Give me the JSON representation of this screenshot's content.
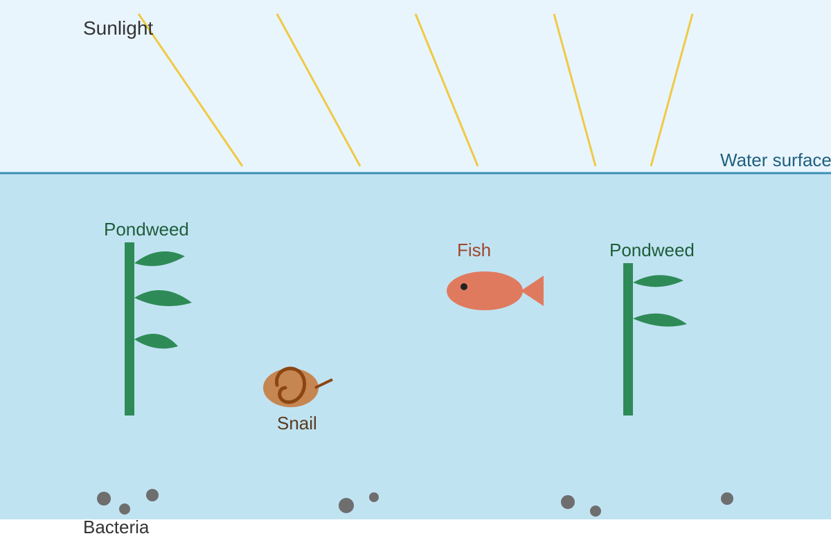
{
  "labels": {
    "sunlight": "Sunlight",
    "water_surface": "Water surface",
    "pondweed_left": "Pondweed",
    "pondweed_right": "Pondweed",
    "fish": "Fish",
    "snail": "Snail",
    "bacteria": "Bacteria"
  },
  "colors": {
    "sky": "#e8f5fc",
    "water": "#c0e3f2",
    "surface_line": "#3a8fb3",
    "sunray": "#f0c945",
    "pondweed": "#2e8b57",
    "fish": "#e07a5f",
    "fish_eye": "#222222",
    "snail_body": "#c68651",
    "snail_shell": "#8b4513",
    "bacteria": "#6e6e6e",
    "text_dark": "#333333",
    "text_water": "#1f5f7f",
    "text_pondweed": "#1e5e3a",
    "text_fish": "#a0462e",
    "text_snail": "#5a3a1e"
  }
}
